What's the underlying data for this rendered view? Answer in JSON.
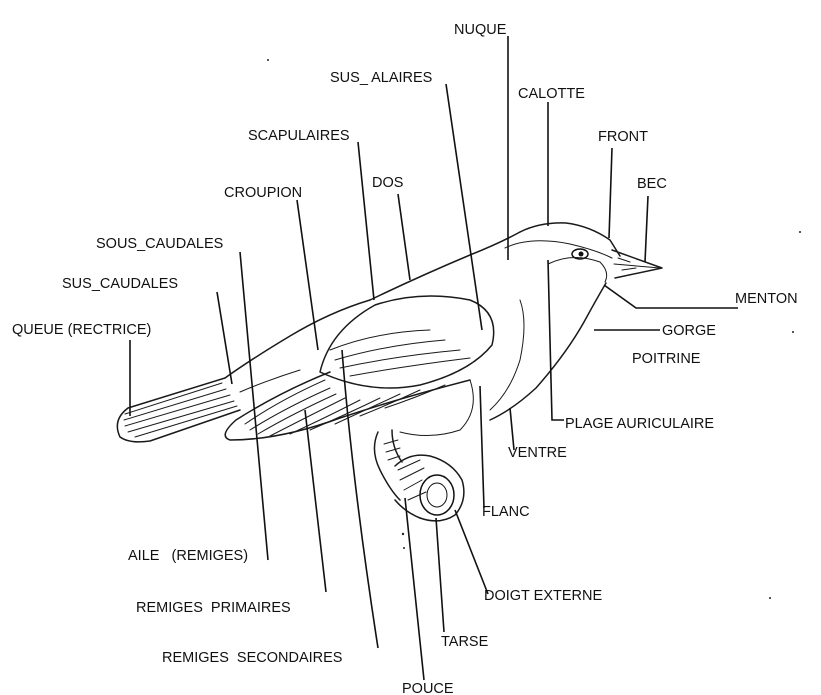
{
  "labels": {
    "nuque": "NUQUE",
    "sus_alaires": "SUS_ ALAIRES",
    "calotte": "CALOTTE",
    "scapulaires": "SCAPULAIRES",
    "front": "FRONT",
    "dos": "DOS",
    "croupion": "CROUPION",
    "bec": "BEC",
    "sous_caudales": "SOUS_CAUDALES",
    "sus_caudales": "SUS_CAUDALES",
    "menton": "MENTON",
    "queue": "QUEUE (RECTRICE)",
    "gorge": "GORGE",
    "poitrine": "POITRINE",
    "plage_auriculaire": "PLAGE AURICULAIRE",
    "ventre": "VENTRE",
    "flanc": "FLANC",
    "aile": "AILE   (REMIGES)",
    "doigt_externe": "DOIGT EXTERNE",
    "remiges_primaires": "REMIGES  PRIMAIRES",
    "tarse": "TARSE",
    "remiges_secondaires": "REMIGES  SECONDAIRES",
    "pouce": "POUCE"
  }
}
